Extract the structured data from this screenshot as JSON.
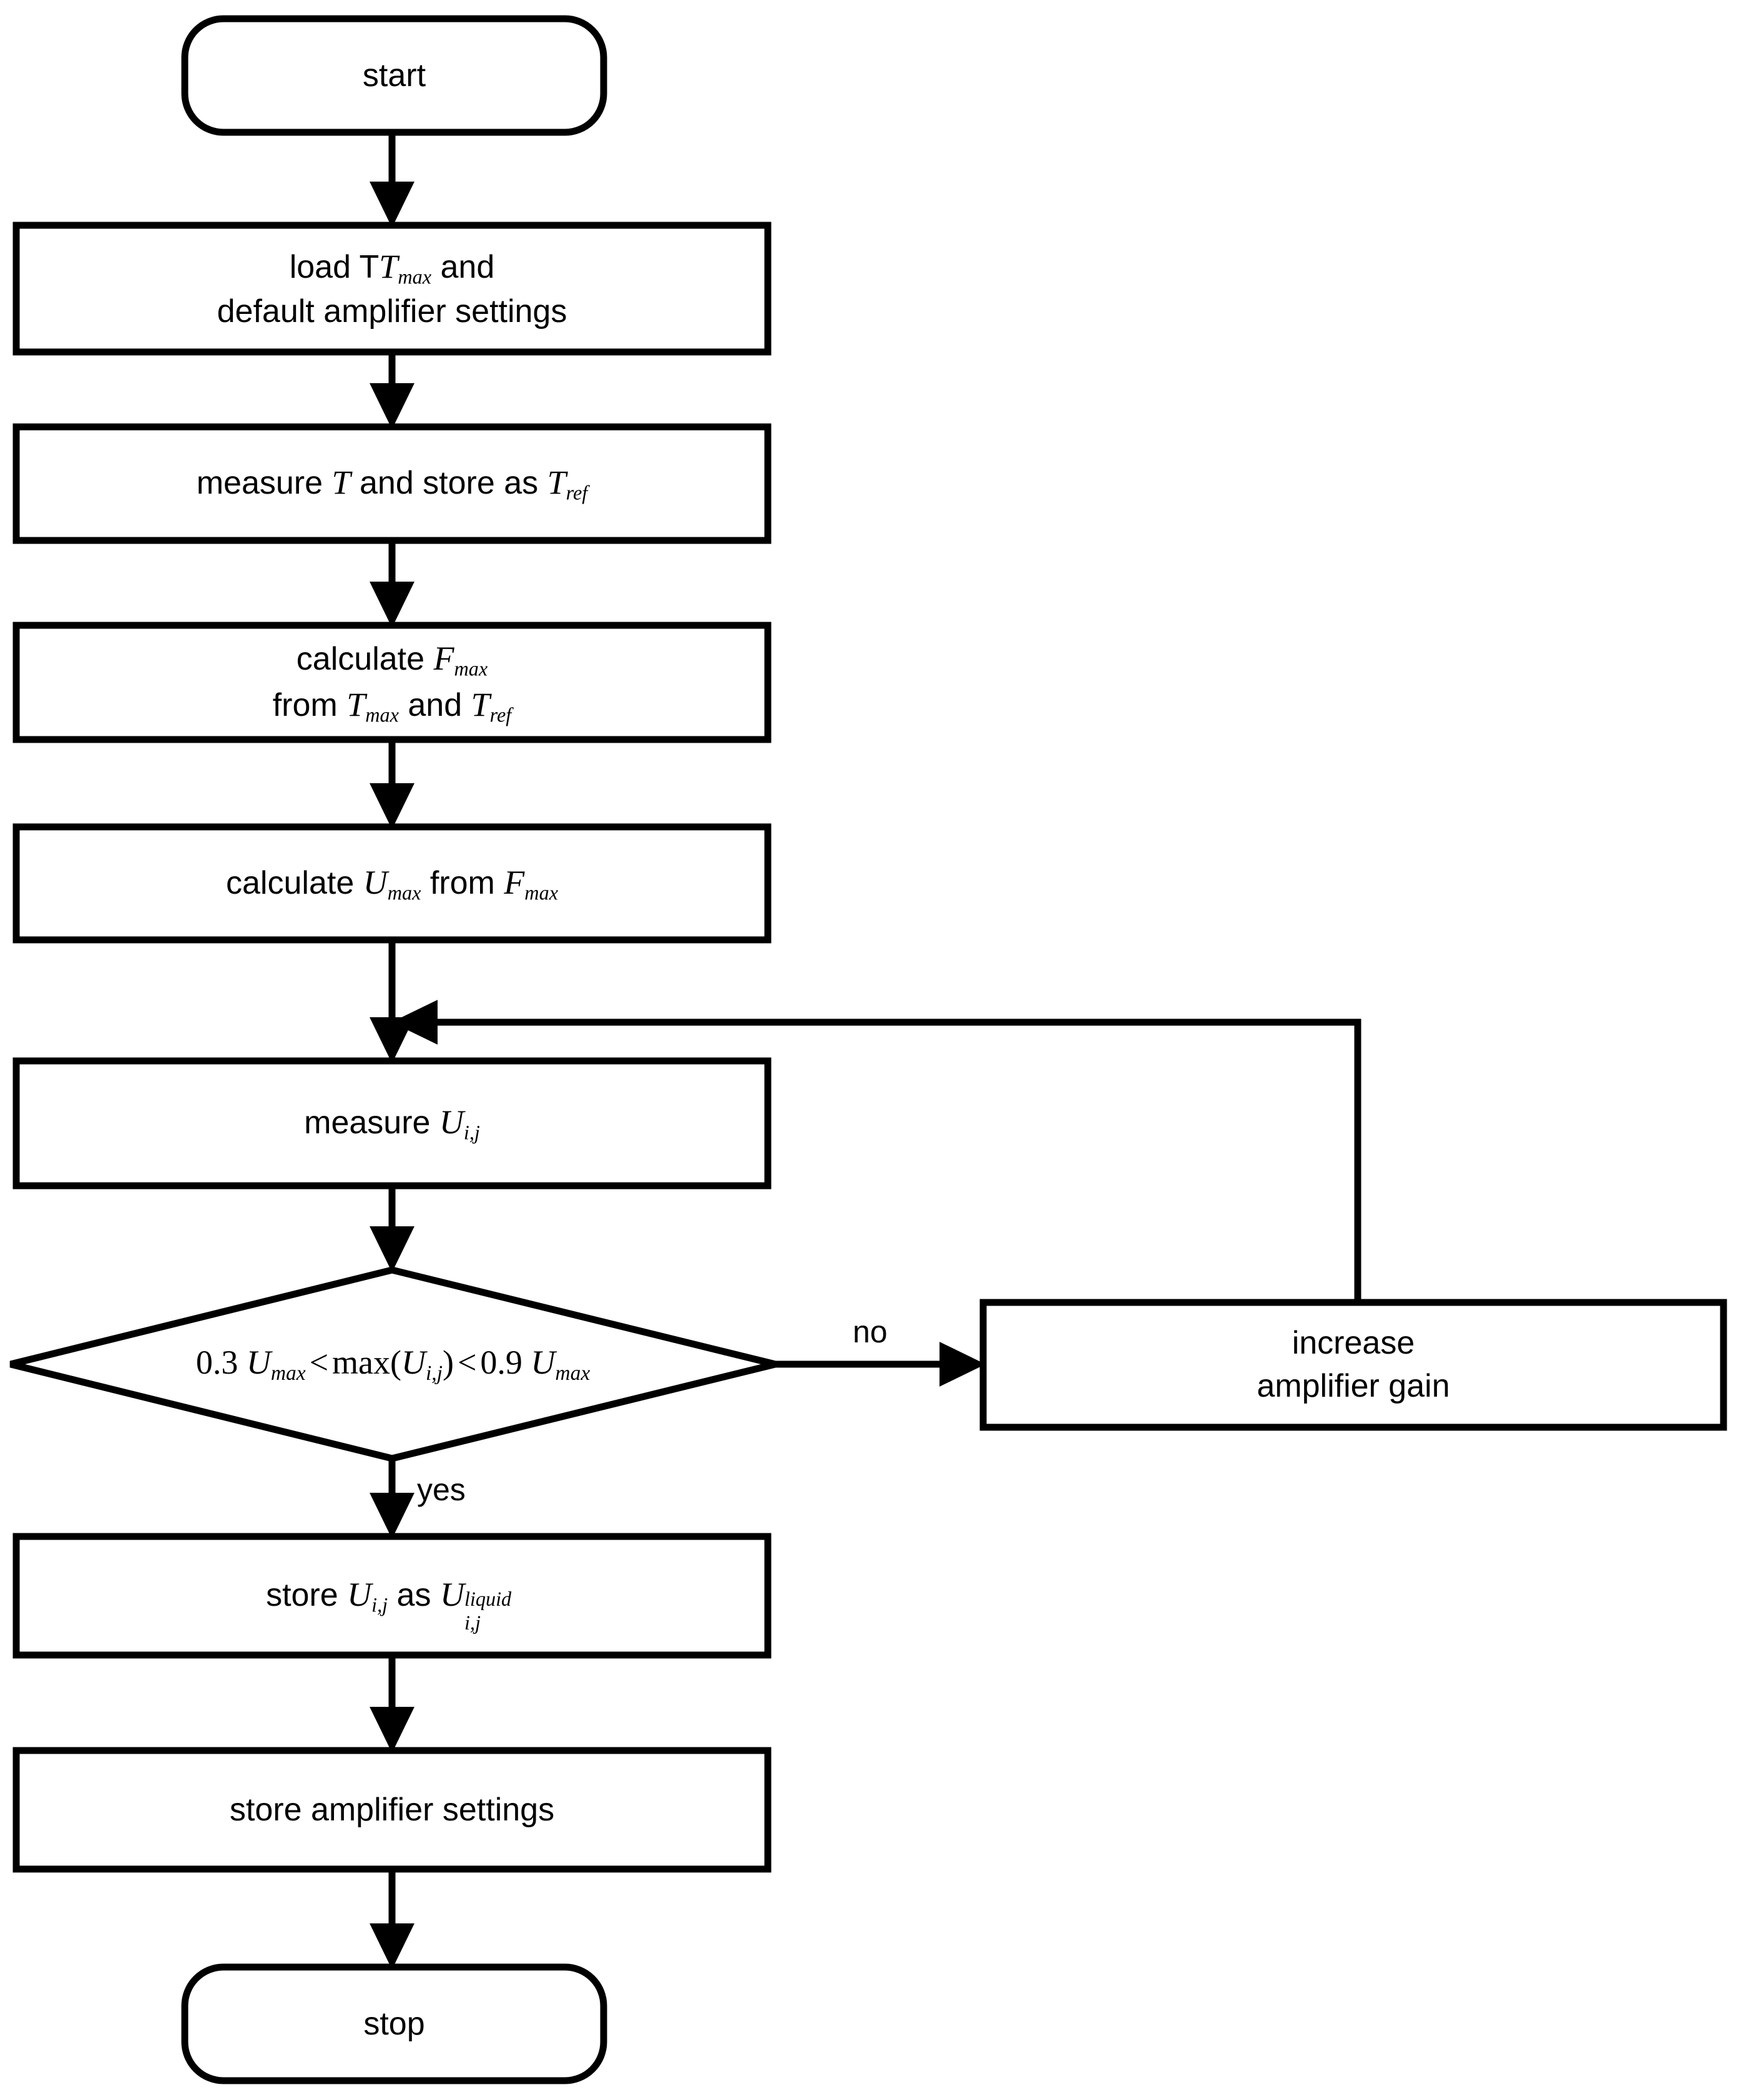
{
  "diagram": {
    "type": "flowchart",
    "title": "amplifier gain calibration flowchart",
    "background": "#ffffff",
    "stroke": "#000000",
    "fill": "#ffffff",
    "nodes": [
      {
        "id": "start",
        "shape": "terminator",
        "text": "start"
      },
      {
        "id": "load",
        "shape": "process",
        "line1": "load T",
        "line1_sub": "max",
        "line1_tail": " and",
        "line2": "default amplifier settings"
      },
      {
        "id": "measure_t",
        "shape": "process",
        "pre": "measure ",
        "var1": "T",
        "mid": " and store as ",
        "var2": "T",
        "var2_sub": "ref"
      },
      {
        "id": "calc_fmax",
        "shape": "process",
        "l1pre": "calculate ",
        "l1var": "F",
        "l1sub": "max",
        "l2pre": "from ",
        "l2var1": "T",
        "l2sub1": "max",
        "l2mid": " and ",
        "l2var2": "T",
        "l2sub2": "ref"
      },
      {
        "id": "calc_umax",
        "shape": "process",
        "pre": "calculate ",
        "var1": "U",
        "sub1": "max",
        "mid": " from ",
        "var2": "F",
        "sub2": "max"
      },
      {
        "id": "measure_u",
        "shape": "process",
        "pre": "measure ",
        "var1": "U",
        "sub1": "i,j"
      },
      {
        "id": "decision",
        "shape": "decision",
        "a": "0.3 ",
        "aU": "U",
        "aUsub": "max",
        "op1": "<",
        "maxfn": "max(",
        "mU": "U",
        "mUsub": "i,j",
        "close": ")",
        "op2": "<",
        "b": "0.9 ",
        "bU": "U",
        "bUsub": "max"
      },
      {
        "id": "increase",
        "shape": "process",
        "line1": "increase",
        "line2": "amplifier gain"
      },
      {
        "id": "store_u",
        "shape": "process",
        "pre": "store ",
        "var1": "U",
        "sub1": "i,j",
        "mid": " as ",
        "var2": "U",
        "sup2": "liquid",
        "sub2": "i,j"
      },
      {
        "id": "store_amp",
        "shape": "process",
        "text": "store amplifier settings"
      },
      {
        "id": "stop",
        "shape": "terminator",
        "text": "stop"
      }
    ],
    "edge_labels": {
      "no": "no",
      "yes": "yes"
    }
  }
}
